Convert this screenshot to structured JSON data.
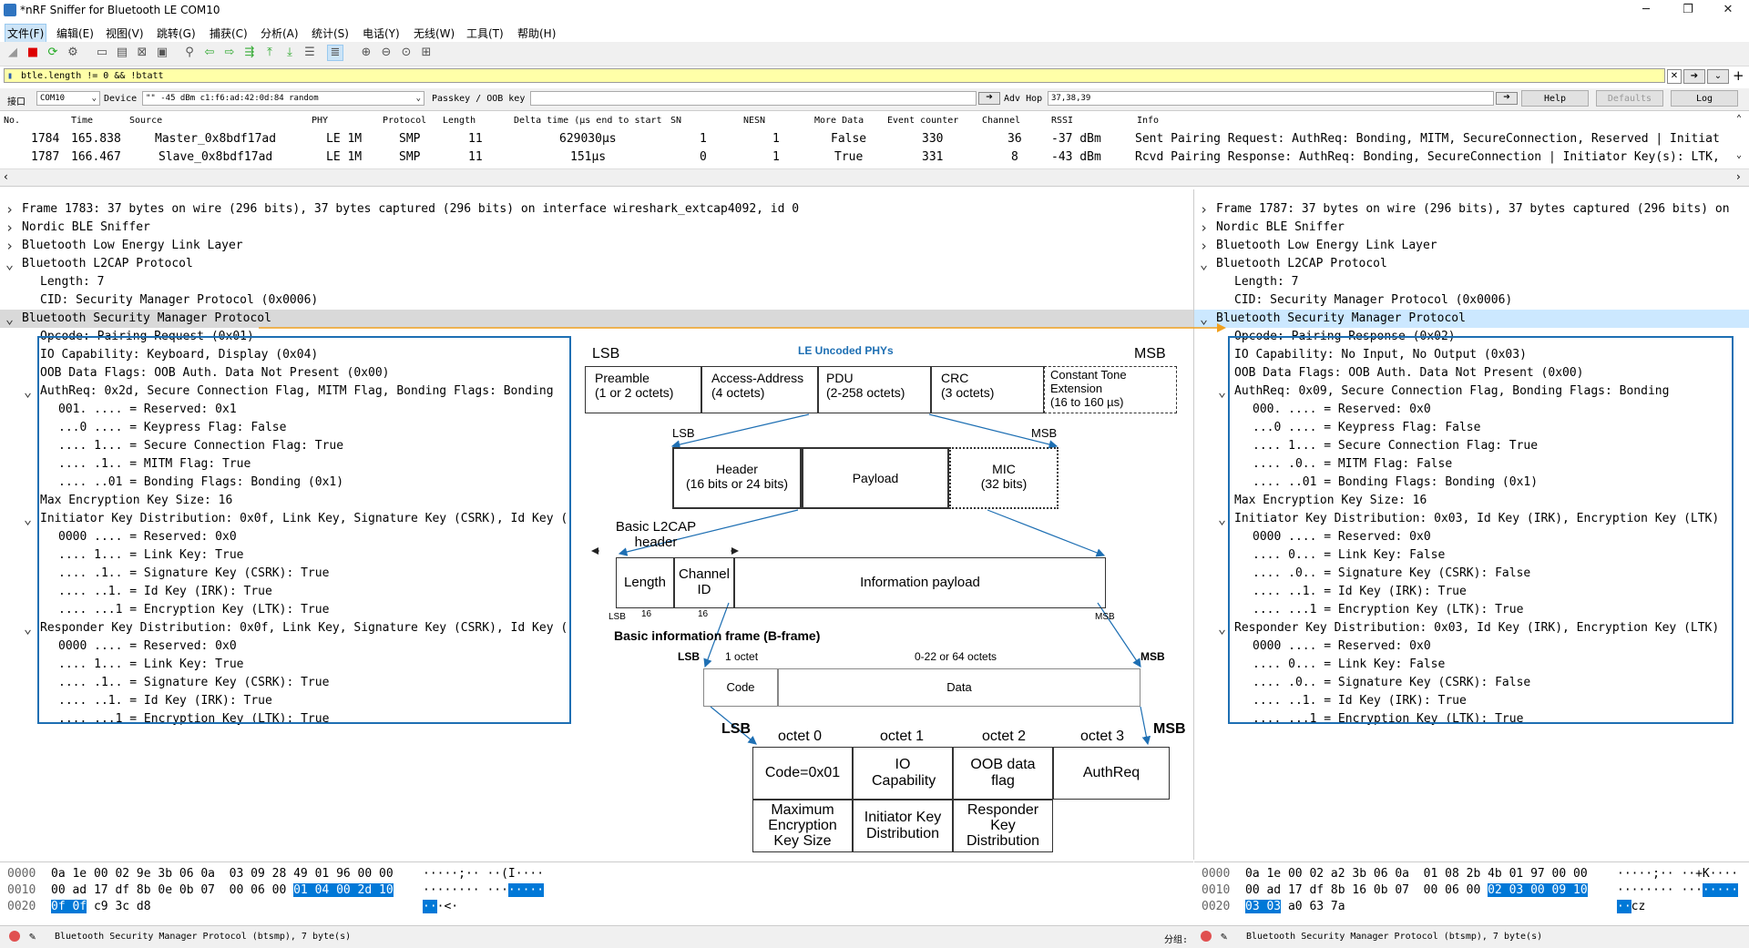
{
  "window": {
    "title": "*nRF Sniffer for Bluetooth LE COM10",
    "minimize": "─",
    "maximize": "❐",
    "close": "✕"
  },
  "menu": [
    "文件(F)",
    "编辑(E)",
    "视图(V)",
    "跳转(G)",
    "捕获(C)",
    "分析(A)",
    "统计(S)",
    "电话(Y)",
    "无线(W)",
    "工具(T)",
    "帮助(H)"
  ],
  "filter": {
    "value": "btle.length != 0 && !btatt"
  },
  "interface_bar": {
    "iface_label": "接口",
    "iface_value": "COM10",
    "device_label": "Device",
    "device_value": "\"\"  -45 dBm  c1:f6:ad:42:0d:84  random",
    "passkey_label": "Passkey / OOB key",
    "adv_hop_label": "Adv Hop",
    "adv_hop_value": "37,38,39",
    "help": "Help",
    "defaults": "Defaults",
    "log": "Log"
  },
  "packet_list": {
    "columns": [
      "No.",
      "Time",
      "Source",
      "PHY",
      "Protocol",
      "Length",
      "Delta time (µs end to start",
      "SN",
      "NESN",
      "More Data",
      "Event counter",
      "Channel",
      "RSSI",
      "Info"
    ],
    "rows": [
      {
        "no": "1784",
        "time": "165.838",
        "source": "Master_0x8bdf17ad",
        "phy": "LE 1M",
        "protocol": "SMP",
        "length": "11",
        "delta": "629030µs",
        "sn": "1",
        "nesn": "1",
        "more": "False",
        "event": "330",
        "channel": "36",
        "rssi": "-37 dBm",
        "info": "Sent Pairing Request: AuthReq: Bonding, MITM, SecureConnection, Reserved | Initiat"
      },
      {
        "no": "1787",
        "time": "166.467",
        "source": "Slave_0x8bdf17ad",
        "phy": "LE 1M",
        "protocol": "SMP",
        "length": "11",
        "delta": "151µs",
        "sn": "0",
        "nesn": "1",
        "more": "True",
        "event": "331",
        "channel": "8",
        "rssi": "-43 dBm",
        "info": "Rcvd Pairing Response: AuthReq: Bonding, SecureConnection | Initiator Key(s): LTK,"
      }
    ]
  },
  "left_detail": [
    {
      "arrow": ">",
      "indent": 0,
      "text": "Frame 1783: 37 bytes on wire (296 bits), 37 bytes captured (296 bits) on interface wireshark_extcap4092, id 0"
    },
    {
      "arrow": ">",
      "indent": 0,
      "text": "Nordic BLE Sniffer"
    },
    {
      "arrow": ">",
      "indent": 0,
      "text": "Bluetooth Low Energy Link Layer"
    },
    {
      "arrow": "v",
      "indent": 0,
      "text": "Bluetooth L2CAP Protocol"
    },
    {
      "arrow": "",
      "indent": 1,
      "text": "Length: 7"
    },
    {
      "arrow": "",
      "indent": 1,
      "text": "CID: Security Manager Protocol (0x0006)"
    },
    {
      "arrow": "v",
      "indent": 0,
      "text": "Bluetooth Security Manager Protocol",
      "hl": "gray"
    },
    {
      "arrow": "",
      "indent": 1,
      "text": "Opcode: Pairing Request (0x01)"
    },
    {
      "arrow": "",
      "indent": 1,
      "text": "IO Capability: Keyboard, Display (0x04)"
    },
    {
      "arrow": "",
      "indent": 1,
      "text": "OOB Data Flags: OOB Auth. Data Not Present (0x00)"
    },
    {
      "arrow": "v",
      "indent": 1,
      "text": "AuthReq: 0x2d, Secure Connection Flag, MITM Flag, Bonding Flags: Bonding"
    },
    {
      "arrow": "",
      "indent": 2,
      "text": "001. .... = Reserved: 0x1"
    },
    {
      "arrow": "",
      "indent": 2,
      "text": "...0 .... = Keypress Flag: False"
    },
    {
      "arrow": "",
      "indent": 2,
      "text": ".... 1... = Secure Connection Flag: True"
    },
    {
      "arrow": "",
      "indent": 2,
      "text": ".... .1.. = MITM Flag: True"
    },
    {
      "arrow": "",
      "indent": 2,
      "text": ".... ..01 = Bonding Flags: Bonding (0x1)"
    },
    {
      "arrow": "",
      "indent": 1,
      "text": "Max Encryption Key Size: 16"
    },
    {
      "arrow": "v",
      "indent": 1,
      "text": "Initiator Key Distribution: 0x0f, Link Key, Signature Key (CSRK), Id Key ("
    },
    {
      "arrow": "",
      "indent": 2,
      "text": "0000 .... = Reserved: 0x0"
    },
    {
      "arrow": "",
      "indent": 2,
      "text": ".... 1... = Link Key: True"
    },
    {
      "arrow": "",
      "indent": 2,
      "text": ".... .1.. = Signature Key (CSRK): True"
    },
    {
      "arrow": "",
      "indent": 2,
      "text": ".... ..1. = Id Key (IRK): True"
    },
    {
      "arrow": "",
      "indent": 2,
      "text": ".... ...1 = Encryption Key (LTK): True"
    },
    {
      "arrow": "v",
      "indent": 1,
      "text": "Responder Key Distribution: 0x0f, Link Key, Signature Key (CSRK), Id Key ("
    },
    {
      "arrow": "",
      "indent": 2,
      "text": "0000 .... = Reserved: 0x0"
    },
    {
      "arrow": "",
      "indent": 2,
      "text": ".... 1... = Link Key: True"
    },
    {
      "arrow": "",
      "indent": 2,
      "text": ".... .1.. = Signature Key (CSRK): True"
    },
    {
      "arrow": "",
      "indent": 2,
      "text": ".... ..1. = Id Key (IRK): True"
    },
    {
      "arrow": "",
      "indent": 2,
      "text": ".... ...1 = Encryption Key (LTK): True"
    }
  ],
  "right_detail": [
    {
      "arrow": ">",
      "indent": 0,
      "text": "Frame 1787: 37 bytes on wire (296 bits), 37 bytes captured (296 bits) on"
    },
    {
      "arrow": ">",
      "indent": 0,
      "text": "Nordic BLE Sniffer"
    },
    {
      "arrow": ">",
      "indent": 0,
      "text": "Bluetooth Low Energy Link Layer"
    },
    {
      "arrow": "v",
      "indent": 0,
      "text": "Bluetooth L2CAP Protocol"
    },
    {
      "arrow": "",
      "indent": 1,
      "text": "Length: 7"
    },
    {
      "arrow": "",
      "indent": 1,
      "text": "CID: Security Manager Protocol (0x0006)"
    },
    {
      "arrow": "v",
      "indent": 0,
      "text": "Bluetooth Security Manager Protocol",
      "hl": "blue"
    },
    {
      "arrow": "",
      "indent": 1,
      "text": "Opcode: Pairing Response (0x02)"
    },
    {
      "arrow": "",
      "indent": 1,
      "text": "IO Capability: No Input, No Output (0x03)"
    },
    {
      "arrow": "",
      "indent": 1,
      "text": "OOB Data Flags: OOB Auth. Data Not Present (0x00)"
    },
    {
      "arrow": "v",
      "indent": 1,
      "text": "AuthReq: 0x09, Secure Connection Flag, Bonding Flags: Bonding"
    },
    {
      "arrow": "",
      "indent": 2,
      "text": "000. .... = Reserved: 0x0"
    },
    {
      "arrow": "",
      "indent": 2,
      "text": "...0 .... = Keypress Flag: False"
    },
    {
      "arrow": "",
      "indent": 2,
      "text": ".... 1... = Secure Connection Flag: True"
    },
    {
      "arrow": "",
      "indent": 2,
      "text": ".... .0.. = MITM Flag: False"
    },
    {
      "arrow": "",
      "indent": 2,
      "text": ".... ..01 = Bonding Flags: Bonding (0x1)"
    },
    {
      "arrow": "",
      "indent": 1,
      "text": "Max Encryption Key Size: 16"
    },
    {
      "arrow": "v",
      "indent": 1,
      "text": "Initiator Key Distribution: 0x03, Id Key (IRK), Encryption Key (LTK)"
    },
    {
      "arrow": "",
      "indent": 2,
      "text": "0000 .... = Reserved: 0x0"
    },
    {
      "arrow": "",
      "indent": 2,
      "text": ".... 0... = Link Key: False"
    },
    {
      "arrow": "",
      "indent": 2,
      "text": ".... .0.. = Signature Key (CSRK): False"
    },
    {
      "arrow": "",
      "indent": 2,
      "text": ".... ..1. = Id Key (IRK): True"
    },
    {
      "arrow": "",
      "indent": 2,
      "text": ".... ...1 = Encryption Key (LTK): True"
    },
    {
      "arrow": "v",
      "indent": 1,
      "text": "Responder Key Distribution: 0x03, Id Key (IRK), Encryption Key (LTK)"
    },
    {
      "arrow": "",
      "indent": 2,
      "text": "0000 .... = Reserved: 0x0"
    },
    {
      "arrow": "",
      "indent": 2,
      "text": ".... 0... = Link Key: False"
    },
    {
      "arrow": "",
      "indent": 2,
      "text": ".... .0.. = Signature Key (CSRK): False"
    },
    {
      "arrow": "",
      "indent": 2,
      "text": ".... ..1. = Id Key (IRK): True"
    },
    {
      "arrow": "",
      "indent": 2,
      "text": ".... ...1 = Encryption Key (LTK): True"
    }
  ],
  "left_bytes": [
    {
      "off": "0000",
      "pre": "0a 1e 00 02 9e 3b 06 0a  03 09 28 49 01 96 00 00",
      "sel": "",
      "post": "",
      "ascii_pre": "·····;·· ··(I····",
      "ascii_sel": ""
    },
    {
      "off": "0010",
      "pre": "00 ad 17 df 8b 0e 0b 07  00 06 00 ",
      "sel": "01 04 00 2d 10",
      "post": "",
      "ascii_pre": "········ ···",
      "ascii_sel": "·····"
    },
    {
      "off": "0020",
      "pre": "",
      "sel": "0f 0f",
      "post": " c9 3c d8",
      "ascii_pre": "",
      "ascii_sel": "··",
      "ascii_post": "·<·"
    }
  ],
  "right_bytes": [
    {
      "off": "0000",
      "pre": "0a 1e 00 02 a2 3b 06 0a  01 08 2b 4b 01 97 00 00",
      "sel": "",
      "post": "",
      "ascii_pre": "·····;·· ··+K····",
      "ascii_sel": ""
    },
    {
      "off": "0010",
      "pre": "00 ad 17 df 8b 16 0b 07  00 06 00 ",
      "sel": "02 03 00 09 10",
      "post": "",
      "ascii_pre": "········ ···",
      "ascii_sel": "·····"
    },
    {
      "off": "0020",
      "pre": "",
      "sel": "03 03",
      "post": " a0 63 7a",
      "ascii_pre": "",
      "ascii_sel": "··",
      "ascii_post": "cz"
    }
  ],
  "status": {
    "left_text": "Bluetooth Security Manager Protocol (btsmp), 7 byte(s)",
    "split_label": "分组:",
    "right_text": "Bluetooth Security Manager Protocol (btsmp), 7 byte(s)"
  },
  "diagram": {
    "title": "LE Uncoded PHYs",
    "lsb": "LSB",
    "msb": "MSB",
    "phy_fields": [
      {
        "name": "Preamble",
        "sub": "(1 or 2 octets)"
      },
      {
        "name": "Access-Address",
        "sub": "(4 octets)"
      },
      {
        "name": "PDU",
        "sub": "(2-258 octets)"
      },
      {
        "name": "CRC",
        "sub": "(3 octets)"
      },
      {
        "name": "Constant Tone Extension",
        "sub": "(16 to 160 µs)"
      }
    ],
    "pdu_fields": [
      {
        "name": "Header",
        "sub": "(16 bits or 24 bits)"
      },
      {
        "name": "Payload",
        "sub": ""
      },
      {
        "name": "MIC",
        "sub": "(32 bits)"
      }
    ],
    "basic_header": "Basic L2CAP header",
    "l2cap_fields": [
      {
        "name": "Length"
      },
      {
        "name": "Channel ID"
      },
      {
        "name": "Information payload"
      }
    ],
    "bits16a": "16",
    "bits16b": "16",
    "bframe_title": "Basic information frame (B-frame)",
    "one_octet": "1 octet",
    "data_octets": "0-22 or 64 octets",
    "code": "Code",
    "data": "Data",
    "octets": [
      "octet 0",
      "octet 1",
      "octet 2",
      "octet 3"
    ],
    "smp_row1": [
      "Code=0x01",
      "IO Capability",
      "OOB data flag",
      "AuthReq"
    ],
    "smp_row2": [
      "Maximum Encryption Key Size",
      "Initiator Key Distribution",
      "Responder Key Distribution"
    ]
  },
  "colors": {
    "accent": "#1e6fb3",
    "arrow": "#f0a020",
    "selection": "#0078d7",
    "filter_bg": "#ffffa8"
  }
}
